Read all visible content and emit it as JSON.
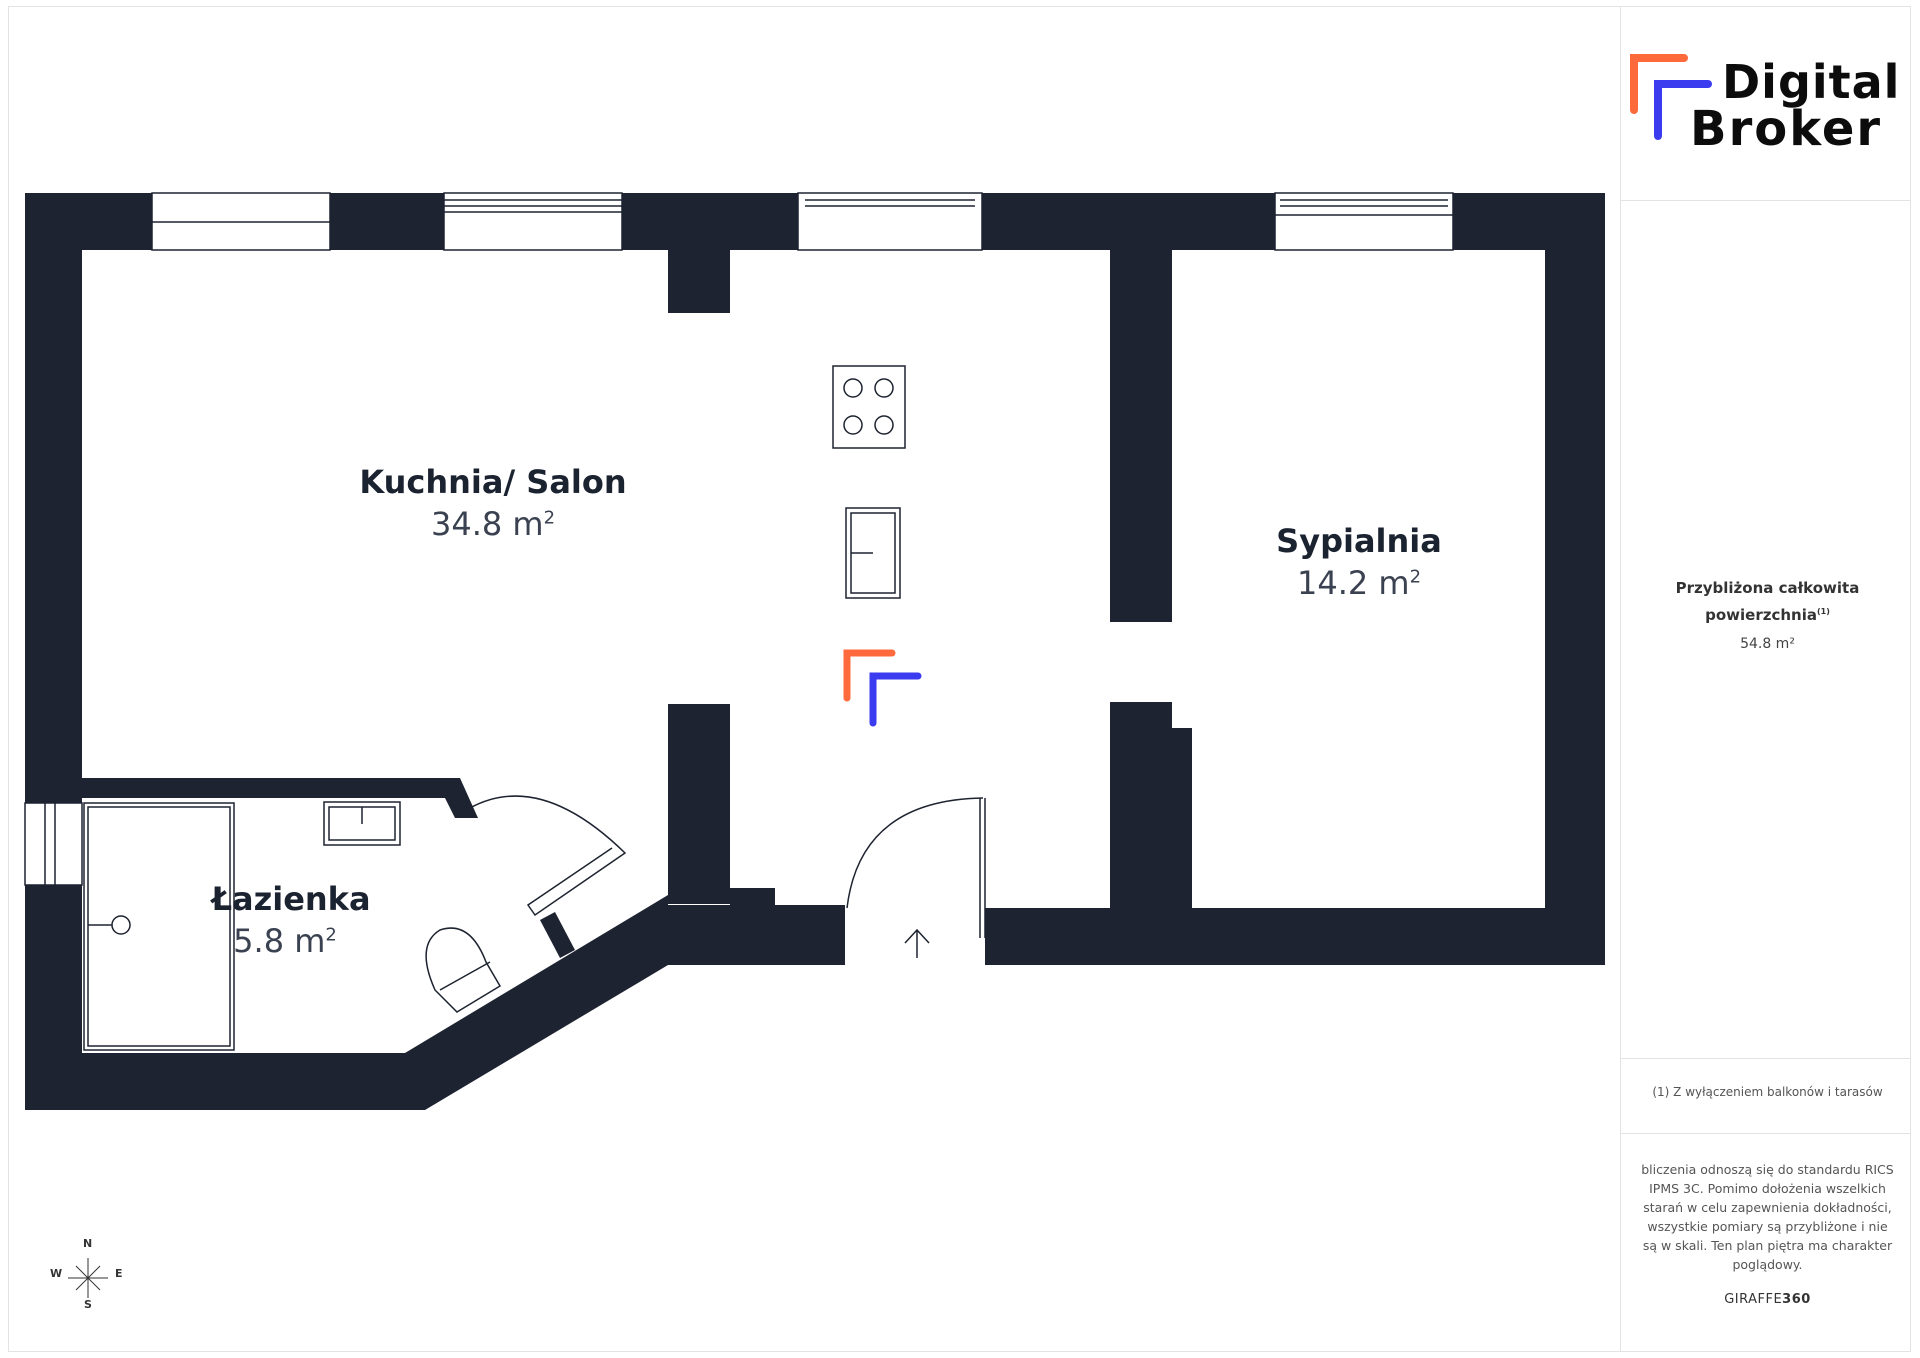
{
  "rooms": {
    "kitchen": {
      "name": "Kuchnia/ Salon",
      "area": "34.8 m",
      "unit_sup": "2"
    },
    "bedroom": {
      "name": "Sypialnia",
      "area": "14.2 m",
      "unit_sup": "2"
    },
    "bathroom": {
      "name": "Łazienka",
      "area": "5.8 m",
      "unit_sup": "2"
    }
  },
  "brand": {
    "line1": "Digital",
    "line2": "Broker",
    "accent_orange": "#ff6a3d",
    "accent_blue": "#3b3bf0"
  },
  "summary": {
    "label": "Przybliżona całkowita powierzchnia",
    "label_sup": "(1)",
    "value": "54.8 m²"
  },
  "footnote": "(1) Z wyłączeniem balkonów i tarasów",
  "disclaimer": "bliczenia odnoszą się do standardu RICS IPMS 3C. Pomimo dołożenia wszelkich starań w celu zapewnienia dokładności, wszystkie pomiary są przybliżone i nie są w skali. Ten plan piętra ma charakter poglądowy.",
  "credit": {
    "prefix": "GIRAFFE",
    "suffix": "360"
  },
  "compass": {
    "n": "N",
    "s": "S",
    "e": "E",
    "w": "W"
  },
  "colors": {
    "wall": "#1d2330"
  }
}
